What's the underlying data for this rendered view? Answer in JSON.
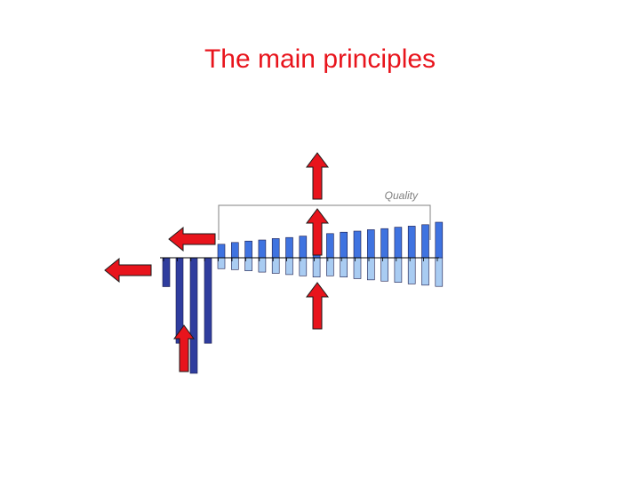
{
  "slide": {
    "title": "The main principles",
    "title_color": "#e8141c"
  },
  "diagram": {
    "bracket_label": "Quality",
    "colors": {
      "upper_bars": "#3f73e0",
      "lower_bars": "#a9ccf2",
      "dark_bars": "#2f3d9e",
      "arrows": "#e8141c",
      "axis": "#000000",
      "bracket": "#808080"
    },
    "bars": {
      "dark_down_relative": [
        0.25,
        0.74,
        1.0,
        0.74
      ],
      "upper_relative": [
        0.38,
        0.43,
        0.47,
        0.5,
        0.54,
        0.57,
        0.61,
        0.64,
        0.68,
        0.72,
        0.75,
        0.79,
        0.82,
        0.86,
        0.89,
        0.93,
        1.0
      ],
      "lower_relative": [
        0.35,
        0.38,
        0.42,
        0.46,
        0.5,
        0.54,
        0.58,
        0.62,
        0.58,
        0.62,
        0.67,
        0.71,
        0.75,
        0.79,
        0.84,
        0.88,
        0.92
      ]
    },
    "arrows": [
      {
        "name": "arrow-left-upper-icon",
        "direction": "left"
      },
      {
        "name": "arrow-left-lower-icon",
        "direction": "left"
      },
      {
        "name": "arrow-up-top-icon",
        "direction": "up"
      },
      {
        "name": "arrow-up-middle-icon",
        "direction": "up"
      },
      {
        "name": "arrow-up-bottom-icon",
        "direction": "up"
      },
      {
        "name": "arrow-up-left-bar-icon",
        "direction": "up"
      }
    ]
  }
}
